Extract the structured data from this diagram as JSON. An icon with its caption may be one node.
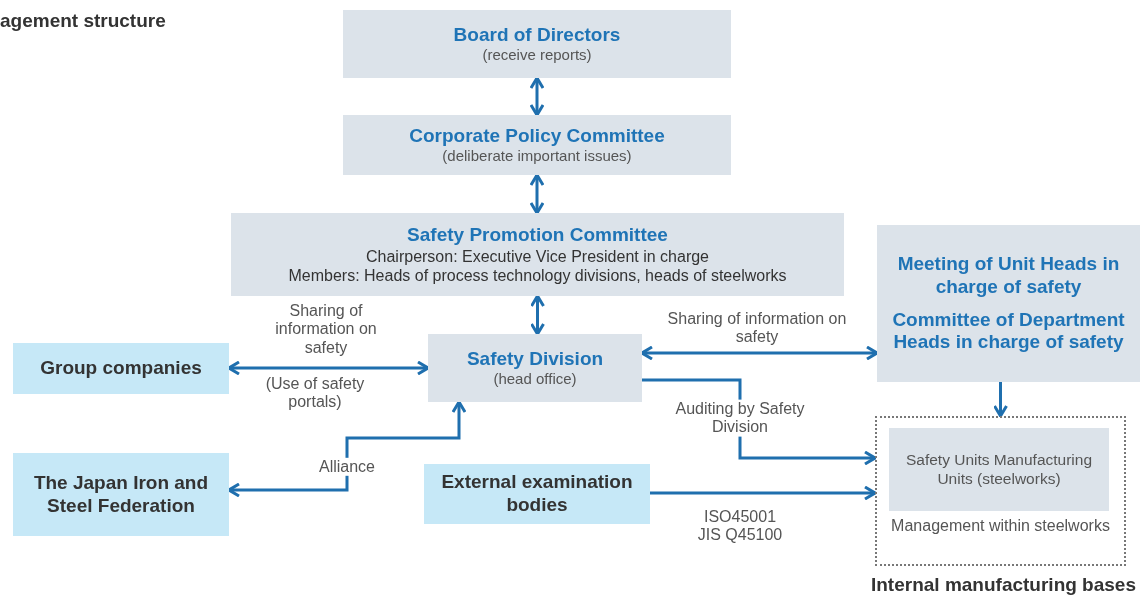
{
  "diagram": {
    "title": "agement structure",
    "nodes": [
      {
        "text": [
          "Board of Directors",
          "(receive reports)"
        ]
      },
      {
        "text": [
          "Corporate Policy Committee",
          "(deliberate important issues)"
        ]
      },
      {
        "text": [
          "Safety Promotion Committee",
          "Chairperson: Executive Vice President in charge",
          "Members: Heads of process technology divisions, heads of steelworks"
        ]
      },
      {
        "text": [
          "Meeting of Unit Heads in charge of safety",
          "Committee of Department Heads in charge of safety"
        ]
      },
      {
        "text": [
          "Group companies"
        ]
      },
      {
        "text": [
          "Safety Division",
          "(head office)"
        ]
      },
      {
        "text": [
          "The Japan Iron and Steel Federation"
        ]
      },
      {
        "text": [
          "External examination bodies"
        ]
      },
      {
        "text": [
          "Management within steelworks",
          "Internal manufacturing bases"
        ]
      },
      {
        "text": [
          "Safety Units Manufacturing Units (steelworks)"
        ],
        "in": 8
      }
    ],
    "edges": [
      {
        "from": 0,
        "to": 1,
        "arrow": "both"
      },
      {
        "from": 1,
        "to": 2,
        "arrow": "both"
      },
      {
        "from": 2,
        "to": 5,
        "arrow": "both"
      },
      {
        "from": 4,
        "to": 5,
        "arrow": "both",
        "label": "Sharing of information on safety"
      },
      {
        "from": 5,
        "to": 3,
        "arrow": "both",
        "label": "Sharing of information on safety"
      },
      {
        "from": 5,
        "to": 8,
        "arrow": "to",
        "label": "Auditing by Safety Division"
      },
      {
        "from": 3,
        "to": 8,
        "arrow": "to"
      },
      {
        "from": 7,
        "to": 8,
        "arrow": "to",
        "label": "ISO45001 JIS Q45100"
      },
      {
        "from": 5,
        "to": 6,
        "arrow": "both",
        "label": "Alliance"
      }
    ],
    "labels": [
      "(Use of safety portals)"
    ]
  }
}
